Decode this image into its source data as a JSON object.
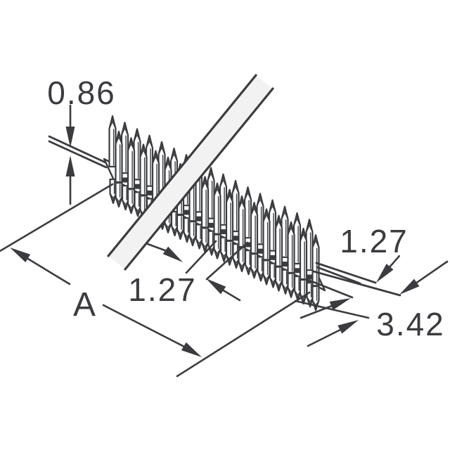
{
  "drawing": {
    "kind": "technical-dimension-drawing",
    "subject": "dual-row pin header terminal strip with break band",
    "colors": {
      "ink": "#3b3c40",
      "break_band_fill": "#f2f2f2",
      "background": "#ffffff"
    },
    "dimensions": {
      "insulator_thickness": "0.86",
      "pin_pitch": "1.27",
      "row_spacing": "1.27",
      "body_width": "3.42",
      "overall_length": "A"
    }
  }
}
